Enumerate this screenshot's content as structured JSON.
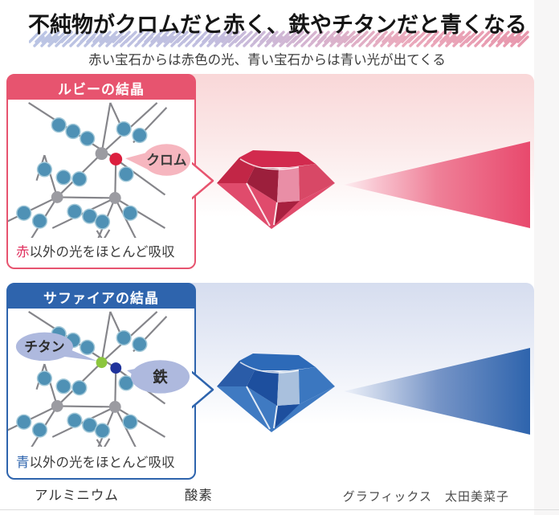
{
  "page": {
    "title": "不純物がクロムだと赤く、鉄やチタンだと青くなる",
    "subtitle": "赤い宝石からは赤色の光、青い宝石からは青い光が出てくる",
    "credit": "グラフィックス　太田美菜子"
  },
  "colors": {
    "ruby_accent": "#e7546f",
    "sapphire_accent": "#2e64ad",
    "aluminum": "#4f91b5",
    "aluminum_rim": "#a3c9d9",
    "oxygen": "#9b9ba1",
    "chromium": "#dc1f3e",
    "titanium": "#8cc63e",
    "iron": "#20339b",
    "lattice_line": "#85858a",
    "bubble_pink": "#f6b6bf",
    "bubble_blue": "#aeb9de",
    "ruby_beam_end": "#e8496d",
    "ruby_beam_start": "#fdeef1",
    "sapphire_beam_end": "#2e64ad",
    "sapphire_beam_start": "#eef2fa"
  },
  "ruby": {
    "header": "ルビーの結晶",
    "caption_highlight": "赤",
    "caption_rest": "以外の光をほとんど吸収",
    "bubbles": [
      {
        "text": "クロム"
      }
    ]
  },
  "sapphire": {
    "header": "サファイアの結晶",
    "caption_highlight": "青",
    "caption_rest": "以外の光をほとんど吸収",
    "bubbles": [
      {
        "text": "チタン"
      },
      {
        "text": "鉄"
      }
    ]
  },
  "legend": {
    "items": [
      {
        "label": "アルミニウム"
      },
      {
        "label": "酸素"
      }
    ]
  }
}
